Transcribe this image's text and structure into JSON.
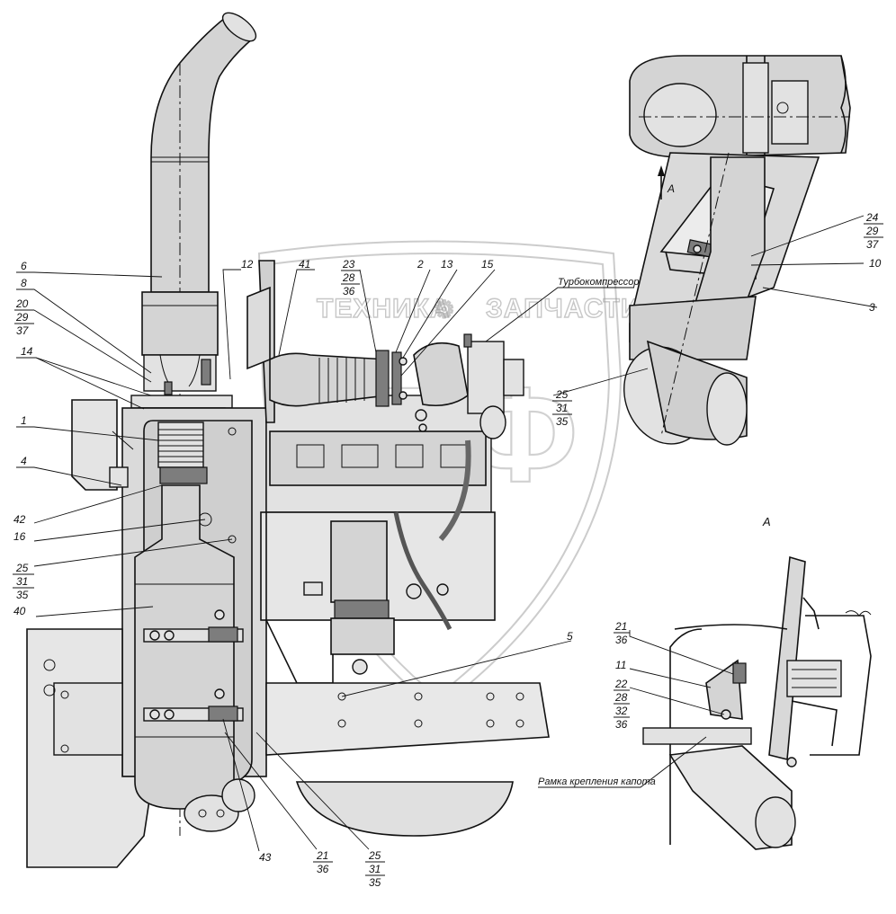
{
  "watermark": {
    "left_word": "ТЕХНИКА",
    "right_word": "ЗАПЧАСТИ",
    "letters": "ЭПФ",
    "gear_glyph": "⚙"
  },
  "view_label": "А",
  "section_arrow_label": "А",
  "callouts": {
    "c6": "6",
    "c8": "8",
    "c20": "20",
    "c29a": "29",
    "c37a": "37",
    "c14": "14",
    "c1": "1",
    "c4": "4",
    "c42": "42",
    "c16": "16",
    "c25a": "25",
    "c31a": "31",
    "c35a": "35",
    "c40": "40",
    "c12": "12",
    "c41": "41",
    "c23": "23",
    "c28a": "28",
    "c36a": "36",
    "c2": "2",
    "c13": "13",
    "c15": "15",
    "turbo": "Турбокомпрессор",
    "c24": "24",
    "c29b": "29",
    "c37b": "37",
    "c10": "10",
    "c3": "3",
    "c25b": "25",
    "c31b": "31",
    "c35b": "35",
    "c5": "5",
    "c21a": "21",
    "c36b": "36",
    "c11": "11",
    "c22": "22",
    "c28b": "28",
    "c32": "32",
    "c36c": "36",
    "frame": "Рамка крепления капота",
    "c43": "43",
    "c21b": "21",
    "c36d": "36",
    "c25c": "25",
    "c31c": "31",
    "c35c": "35"
  }
}
